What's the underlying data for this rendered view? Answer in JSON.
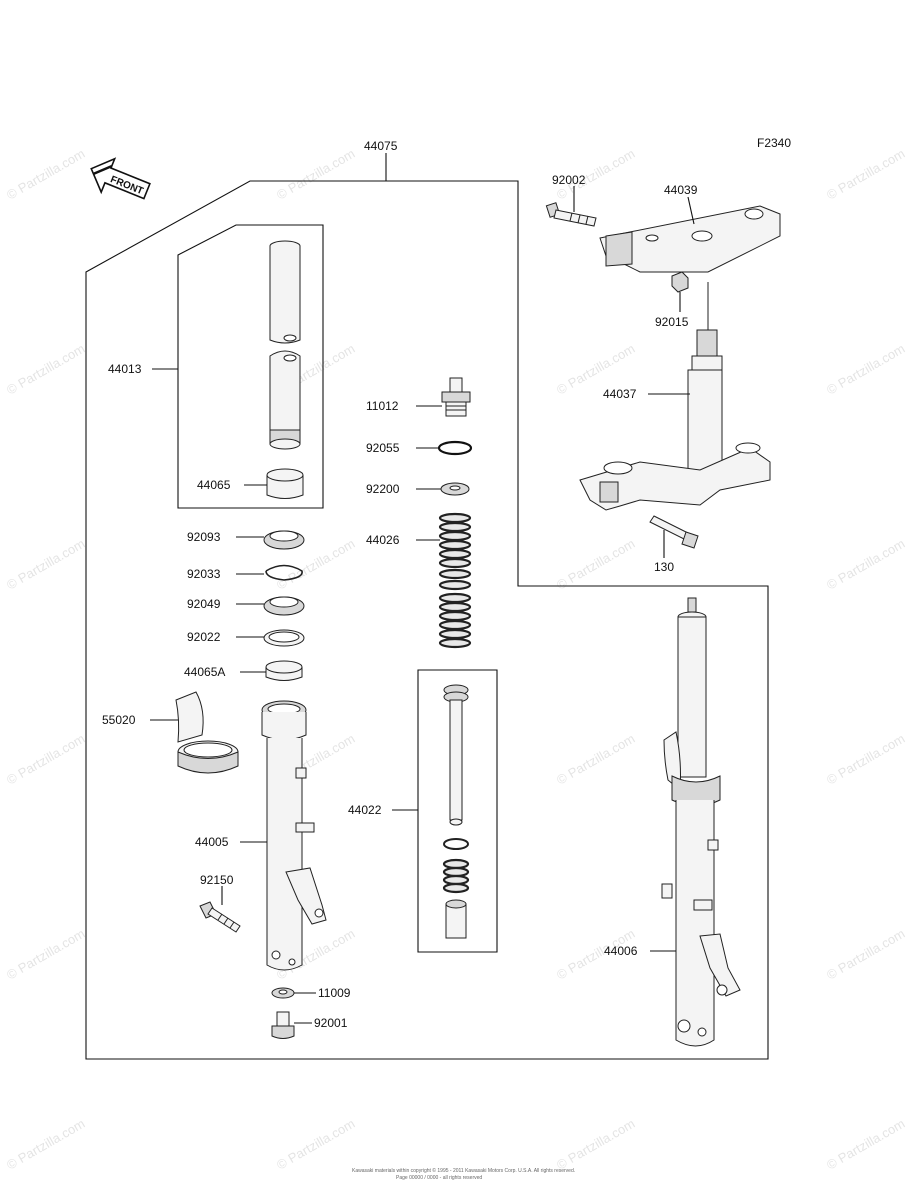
{
  "figure_code": "F2340",
  "front_marker": "FRONT",
  "watermark_text": "© Partzilla.com",
  "footer_lines": [
    "Kawasaki materials within copyright © 1995 - 2011 Kawasaki Motors Corp. U.S.A. All rights reserved.",
    "Page 00000 / 0000 - all rights reserved"
  ],
  "parts": [
    {
      "id": "44075",
      "label": "44075"
    },
    {
      "id": "44039",
      "label": "44039"
    },
    {
      "id": "92002",
      "label": "92002"
    },
    {
      "id": "92015",
      "label": "92015"
    },
    {
      "id": "44037",
      "label": "44037"
    },
    {
      "id": "130",
      "label": "130"
    },
    {
      "id": "44013",
      "label": "44013"
    },
    {
      "id": "44065",
      "label": "44065"
    },
    {
      "id": "92093",
      "label": "92093"
    },
    {
      "id": "92033",
      "label": "92033"
    },
    {
      "id": "92049",
      "label": "92049"
    },
    {
      "id": "92022",
      "label": "92022"
    },
    {
      "id": "44065A",
      "label": "44065A"
    },
    {
      "id": "55020",
      "label": "55020"
    },
    {
      "id": "44005",
      "label": "44005"
    },
    {
      "id": "92150",
      "label": "92150"
    },
    {
      "id": "11009",
      "label": "11009"
    },
    {
      "id": "92001",
      "label": "92001"
    },
    {
      "id": "11012",
      "label": "11012"
    },
    {
      "id": "92055",
      "label": "92055"
    },
    {
      "id": "92200",
      "label": "92200"
    },
    {
      "id": "44026",
      "label": "44026"
    },
    {
      "id": "44022",
      "label": "44022"
    },
    {
      "id": "44006",
      "label": "44006"
    }
  ]
}
